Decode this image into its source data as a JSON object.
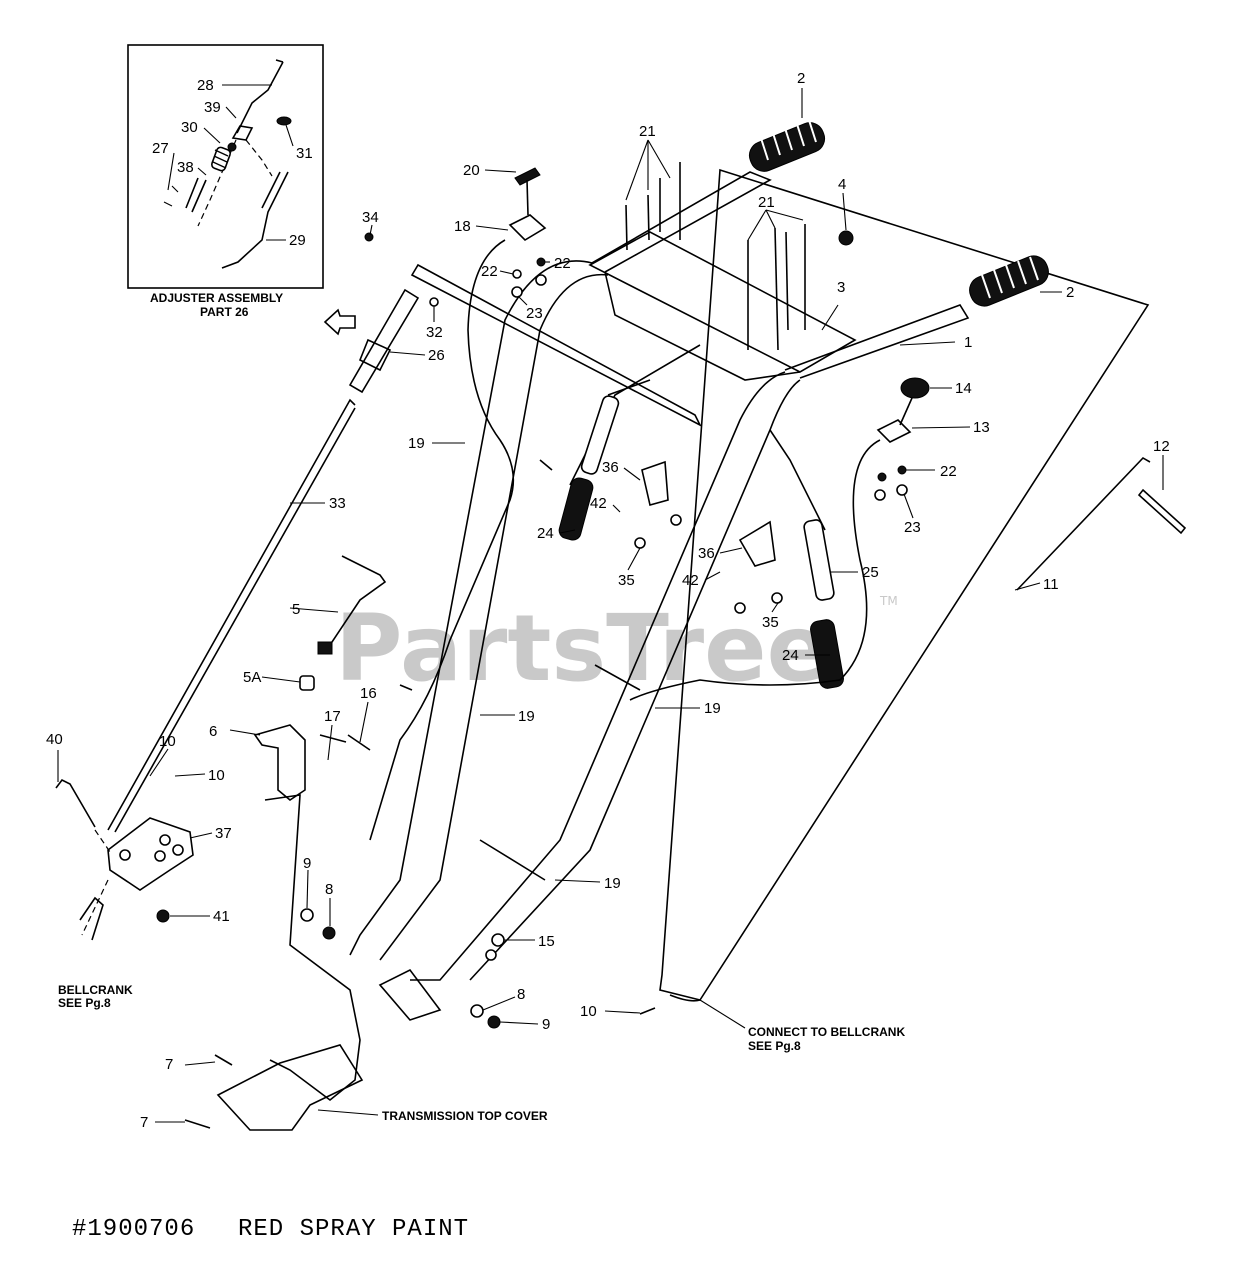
{
  "inset": {
    "caption_line1": "ADJUSTER ASSEMBLY",
    "caption_line2": "PART 26",
    "callouts": [
      "28",
      "39",
      "30",
      "31",
      "27",
      "38",
      "29"
    ]
  },
  "callouts": {
    "c1": "1",
    "c2a": "2",
    "c2b": "2",
    "c3": "3",
    "c4": "4",
    "c5": "5",
    "c5a": "5A",
    "c6": "6",
    "c7a": "7",
    "c7b": "7",
    "c8a": "8",
    "c8b": "8",
    "c9a": "9",
    "c9b": "9",
    "c10a": "10",
    "c10b": "10",
    "c10c": "10",
    "c11": "11",
    "c12": "12",
    "c13": "13",
    "c14": "14",
    "c15": "15",
    "c16": "16",
    "c17": "17",
    "c18": "18",
    "c19a": "19",
    "c19b": "19",
    "c19c": "19",
    "c19d": "19",
    "c20": "20",
    "c21a": "21",
    "c21b": "21",
    "c22a": "22",
    "c22b": "22",
    "c22c": "22",
    "c23a": "23",
    "c23b": "23",
    "c24a": "24",
    "c24b": "24",
    "c25": "25",
    "c26": "26",
    "c32": "32",
    "c33": "33",
    "c34": "34",
    "c35a": "35",
    "c35b": "35",
    "c36a": "36",
    "c36b": "36",
    "c37": "37",
    "c40": "40",
    "c41": "41",
    "c42a": "42",
    "c42b": "42"
  },
  "notes": {
    "bellcrank_line1": "BELLCRANK",
    "bellcrank_line2": "SEE Pg.8",
    "connect_line1": "CONNECT TO BELLCRANK",
    "connect_line2": "SEE Pg.8",
    "transmission": "TRANSMISSION TOP COVER"
  },
  "watermark": {
    "text": "PartsTree",
    "trademark": "TM"
  },
  "footer": {
    "part_number": "#1900706",
    "description": "RED SPRAY PAINT"
  }
}
